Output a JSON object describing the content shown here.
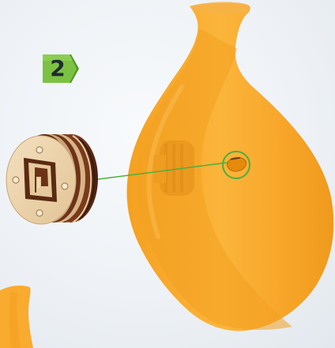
{
  "step": {
    "number": "2",
    "badge_color": "#7cc242",
    "badge_color_dark": "#4f9a1f"
  },
  "colors": {
    "vase": "#f8a92b",
    "vase_shadow": "#e58f14",
    "vase_highlight": "#fcc25a",
    "wood": "#ecd3ac",
    "wood_edge": "#7a3b1f",
    "leader_line": "#4caf3e"
  },
  "icons": {
    "step_badge": "hexagon-arrow-badge",
    "callout": "circle-highlight"
  }
}
